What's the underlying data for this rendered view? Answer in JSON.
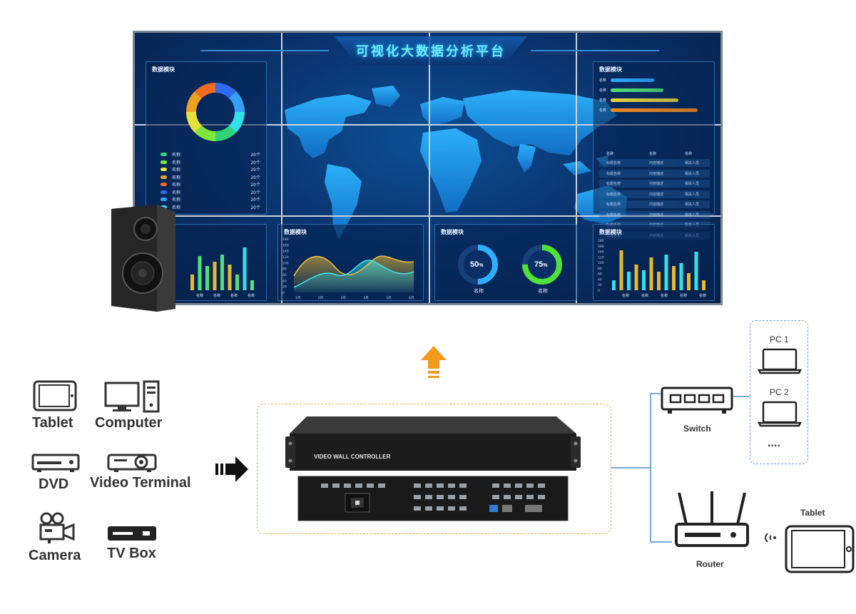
{
  "wall": {
    "title": "可视化大数据分析平台",
    "panels": {
      "top_left": {
        "title": "数据模块",
        "legend": [
          {
            "name": "名称",
            "count": "20个",
            "color": "#33d17a"
          },
          {
            "name": "名称",
            "count": "20个",
            "color": "#7be83b"
          },
          {
            "name": "名称",
            "count": "20个",
            "color": "#e8e03b"
          },
          {
            "name": "名称",
            "count": "20个",
            "color": "#f0a020"
          },
          {
            "name": "名称",
            "count": "20个",
            "color": "#f06a20"
          },
          {
            "name": "名称",
            "count": "20个",
            "color": "#2e6bf0"
          },
          {
            "name": "名称",
            "count": "20个",
            "color": "#35a0f5"
          },
          {
            "name": "名称",
            "count": "20个",
            "color": "#34e0e8"
          }
        ]
      },
      "top_right": {
        "title": "数据模块",
        "bars": [
          {
            "name": "名称",
            "value": 0.45,
            "color": "#2fa8ff"
          },
          {
            "name": "名称",
            "value": 0.55,
            "color": "#4fe07a"
          },
          {
            "name": "名称",
            "value": 0.7,
            "color": "#e6d23a"
          },
          {
            "name": "名称",
            "value": 0.9,
            "color": "#f08a20"
          }
        ],
        "table_head": [
          "名称",
          "名称",
          "名称"
        ],
        "rows": [
          [
            "标题名称",
            "内容描述",
            "相关人员"
          ],
          [
            "标题名称",
            "内容描述",
            "相关人员"
          ],
          [
            "标题名称",
            "内容描述",
            "相关人员"
          ],
          [
            "标题名称",
            "内容描述",
            "相关人员"
          ],
          [
            "标题名称",
            "内容描述",
            "相关人员"
          ],
          [
            "标题名称",
            "内容描述",
            "相关人员"
          ],
          [
            "标题名称",
            "内容描述",
            "相关人员"
          ],
          [
            "标题名称",
            "内容描述",
            "相关人员"
          ]
        ]
      },
      "bottom_1": {
        "categories": [
          "名称",
          "名称",
          "名称",
          "名称"
        ]
      },
      "bottom_2": {
        "title": "数据模块",
        "y_ticks": [
          "180",
          "160",
          "140",
          "120",
          "100",
          "80",
          "60",
          "40",
          "20",
          "0"
        ],
        "x_ticks": [
          "1月",
          "2月",
          "3月",
          "4月",
          "5月",
          "6月"
        ]
      },
      "bottom_3": {
        "title": "数据模块",
        "donuts": [
          {
            "label": "50",
            "unit": "%",
            "name": "名称",
            "value": 0.5,
            "color": "#2fb0ff"
          },
          {
            "label": "75",
            "unit": "%",
            "name": "名称",
            "value": 0.75,
            "color": "#4fe03a"
          }
        ]
      },
      "bottom_4": {
        "title": "数据模块",
        "y_ticks": [
          "180",
          "160",
          "140",
          "120",
          "100",
          "80",
          "60",
          "40",
          "20",
          "0"
        ],
        "categories": [
          "名称",
          "名称",
          "名称",
          "名称",
          "名称"
        ]
      }
    }
  },
  "sources": {
    "tablet": "Tablet",
    "computer": "Computer",
    "dvd": "DVD",
    "video_terminal": "Video Terminal",
    "camera": "Camera",
    "tv_box": "TV Box"
  },
  "controller": {
    "label": "VIDEO WALL CONTROLLER"
  },
  "network": {
    "switch": "Switch",
    "router": "Router",
    "tablet": "Tablet",
    "pc1": "PC 1",
    "pc2": "PC 2",
    "more": "...."
  },
  "colors": {
    "arrow_orange": "#f39a1c",
    "connector_blue": "#4a8fd0"
  }
}
